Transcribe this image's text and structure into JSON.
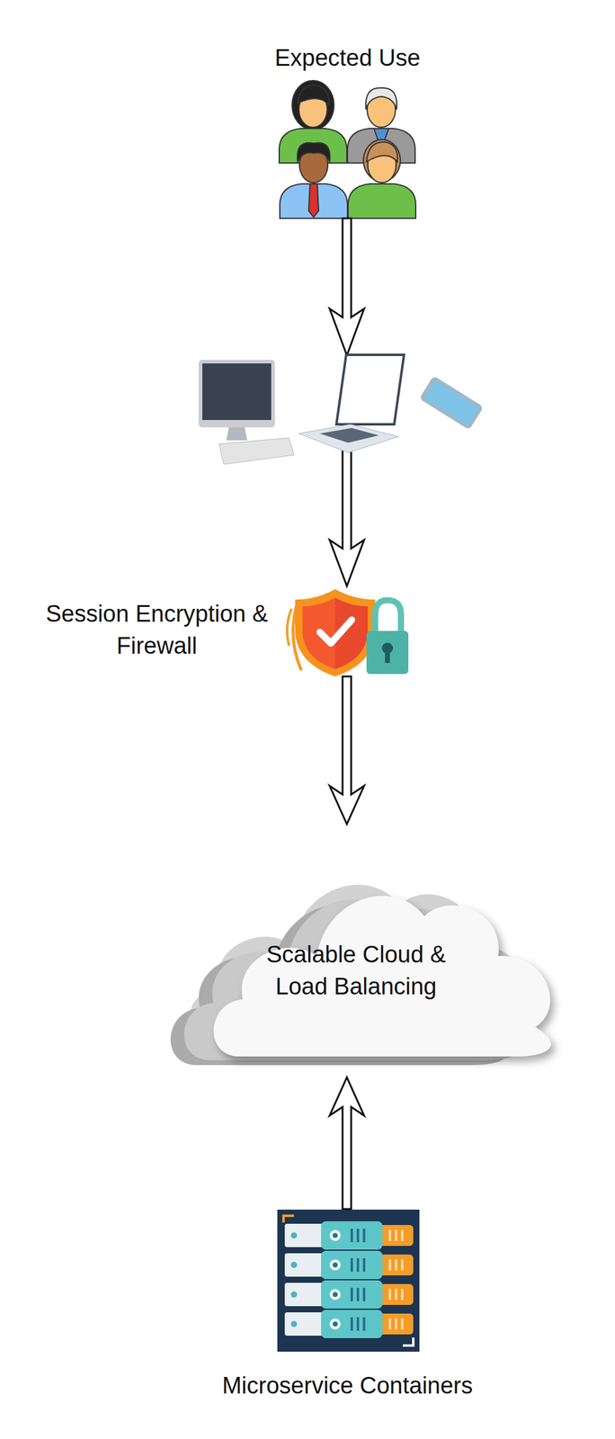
{
  "diagram": {
    "nodes": [
      {
        "text": [
          "Expected Use"
        ]
      },
      {
        "text": [
          "Session Encryption & Firewall"
        ]
      },
      {
        "text": [
          "Scalable Cloud & Load Balancing"
        ]
      },
      {
        "text": [
          "Microservice Containers"
        ]
      }
    ],
    "edges": [
      {
        "from": 1,
        "to": 2,
        "arrow": "to"
      },
      {
        "from": 3,
        "to": 2,
        "arrow": "to"
      }
    ]
  }
}
